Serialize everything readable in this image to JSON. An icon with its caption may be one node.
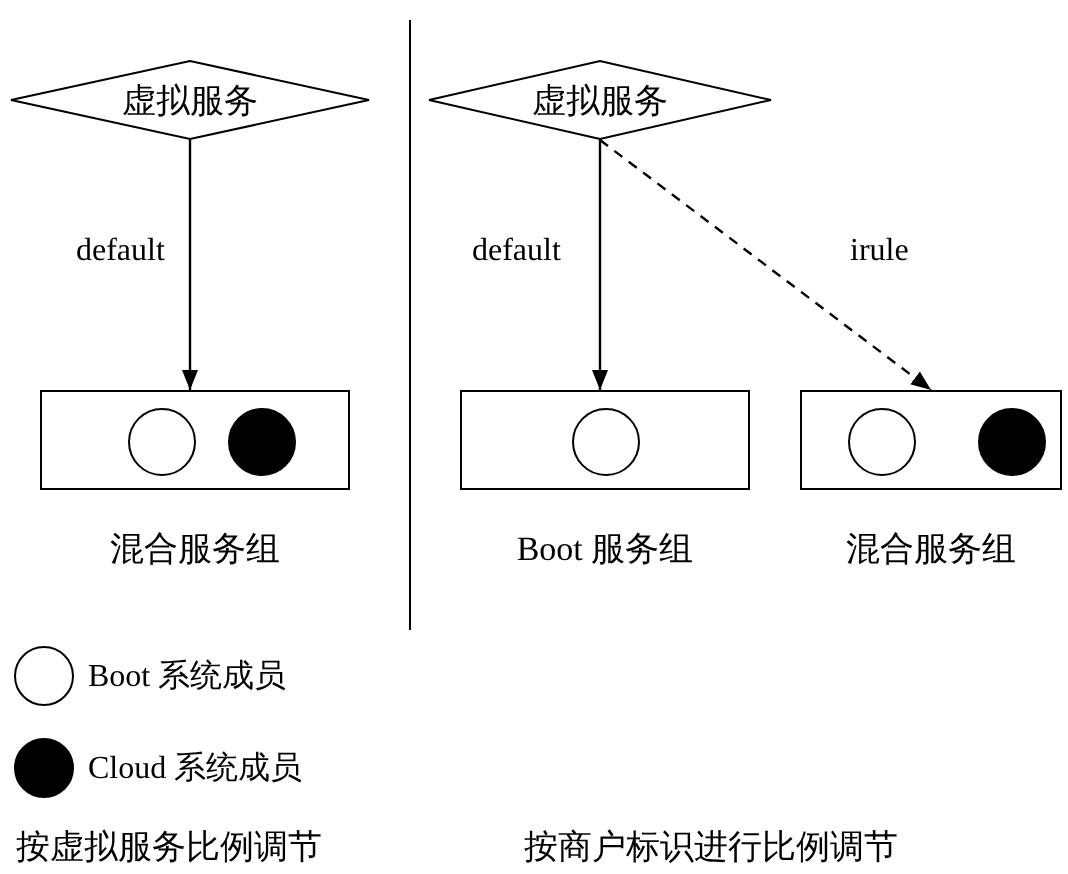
{
  "diagram": {
    "nodes": [
      {
        "text": [
          "虚拟服务"
        ]
      },
      {
        "text": [],
        "shape": "box",
        "beside": [
          "混合服务组"
        ]
      },
      {
        "text": [],
        "shape": "circle",
        "in": 1
      },
      {
        "text": [],
        "shape": "circle",
        "in": 1
      },
      {
        "text": [
          "虚拟服务"
        ]
      },
      {
        "text": [],
        "shape": "box",
        "beside": [
          "Boot 服务组"
        ]
      },
      {
        "text": [],
        "shape": "circle",
        "in": 5
      },
      {
        "text": [],
        "shape": "box",
        "beside": [
          "混合服务组"
        ]
      },
      {
        "text": [],
        "shape": "circle",
        "in": 7
      },
      {
        "text": [],
        "shape": "circle",
        "in": 7
      }
    ],
    "edges": [
      {
        "from": 0,
        "to": 1,
        "arrow": "to",
        "label": "default"
      },
      {
        "from": 4,
        "to": 5,
        "arrow": "to",
        "label": "default"
      },
      {
        "from": 4,
        "to": 7,
        "arrow": "to",
        "label": "irule",
        "style": "dashed"
      }
    ],
    "labels": [
      "按虚拟服务比例调节",
      "按商户标识进行比例调节"
    ],
    "legend": [
      {
        "text": "Boot 系统成员"
      },
      {
        "text": "Cloud 系统成员"
      }
    ]
  }
}
